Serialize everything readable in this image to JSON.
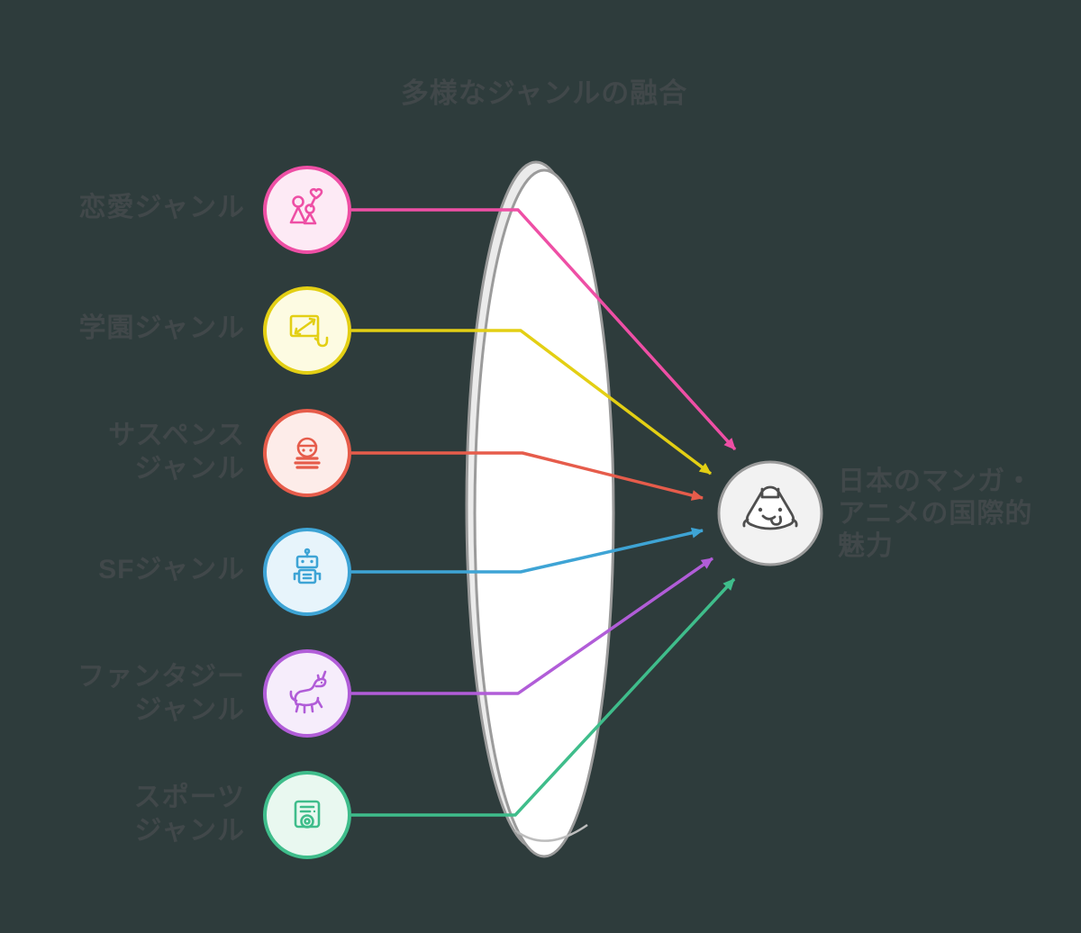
{
  "title": "多様なジャンルの融合",
  "background": "#2e3c3c",
  "text_color": "#41484a",
  "lens": {
    "stroke": "#9b9b9b",
    "fill": "#ffffff",
    "back_fill": "#ebebeb"
  },
  "node": {
    "fill": "#f2f2f2",
    "stroke": "#9b9b9b",
    "character_color": "#4f4f4f",
    "character": "onigiri-mascot-icon"
  },
  "genres": [
    {
      "id": "romance",
      "label": "恋愛ジャンル",
      "color": "#ee4fa5",
      "fill": "#fdeaf5",
      "icon": "couple-heart-icon"
    },
    {
      "id": "school",
      "label": "学園ジャンル",
      "color": "#e3cf14",
      "fill": "#fdfbe2",
      "icon": "touch-board-icon"
    },
    {
      "id": "suspense",
      "label": "サスペンス\nジャンル",
      "color": "#e65c4b",
      "fill": "#fdece9",
      "icon": "burglar-icon"
    },
    {
      "id": "sf",
      "label": "SFジャンル",
      "color": "#3ea4d5",
      "fill": "#e7f4fb",
      "icon": "robot-icon"
    },
    {
      "id": "fantasy",
      "label": "ファンタジー\nジャンル",
      "color": "#b15dd8",
      "fill": "#f6edfb",
      "icon": "unicorn-icon"
    },
    {
      "id": "sports",
      "label": "スポーツ\nジャンル",
      "color": "#3fbd8b",
      "fill": "#e9f8f0",
      "icon": "pitching-machine-icon"
    }
  ],
  "result": {
    "label": "日本のマンガ・\nアニメの国際的\n魅力"
  }
}
